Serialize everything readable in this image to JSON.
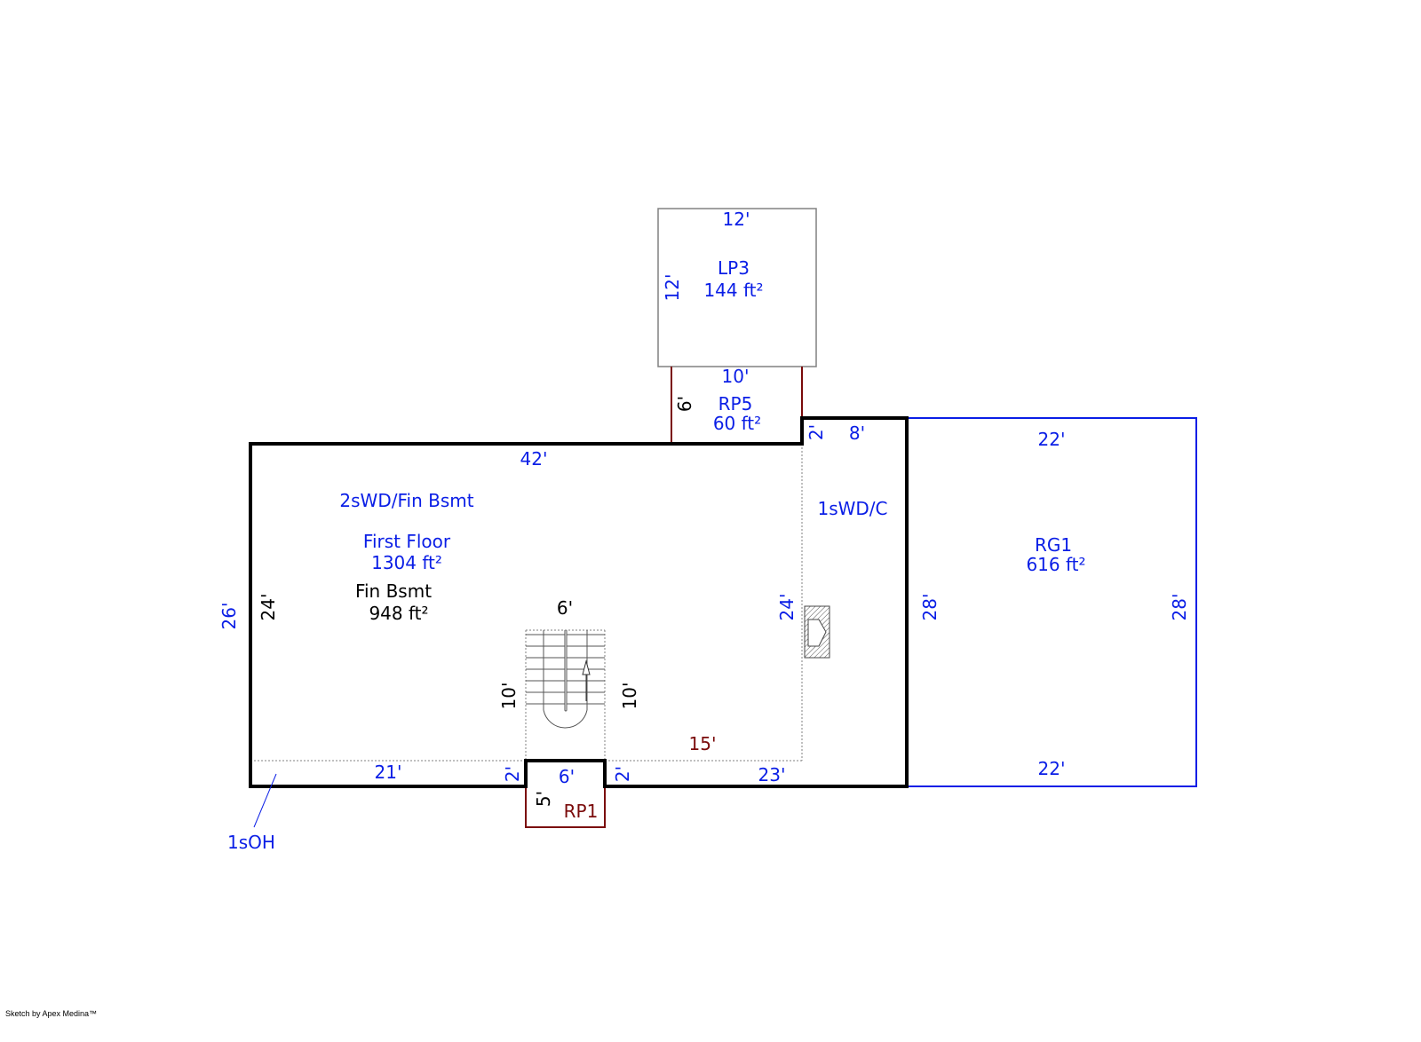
{
  "areas": {
    "lp3": {
      "name": "LP3",
      "area": "144 ft²"
    },
    "rp5": {
      "name": "RP5",
      "area": "60 ft²"
    },
    "main": {
      "name": "2sWD/Fin Bsmt",
      "floor_label": "First Floor",
      "floor_area": "1304 ft²",
      "bsmt_label": "Fin Bsmt",
      "bsmt_area": "948 ft²"
    },
    "side": {
      "name": "1sWD/C"
    },
    "rg1": {
      "name": "RG1",
      "area": "616 ft²"
    },
    "rp1": {
      "name": "RP1"
    },
    "overhang": {
      "name": "1sOH"
    }
  },
  "dims": {
    "lp3_top": "12'",
    "lp3_left": "12'",
    "rp5_top": "10'",
    "rp5_left": "6'",
    "main_top": "42'",
    "main_left_outer": "26'",
    "main_left_inner": "24'",
    "side_step": "2'",
    "side_top": "8'",
    "main_right_inner": "24'",
    "side_right": "28'",
    "rg1_top": "22'",
    "rg1_right": "28'",
    "rg1_bottom": "22'",
    "bottom_left": "21'",
    "bottom_right": "23'",
    "stair_top": "6'",
    "stair_left": "10'",
    "stair_right": "10'",
    "inner_bottom": "15'",
    "rp1_step_left": "2'",
    "rp1_width": "6'",
    "rp1_step_right": "2'",
    "rp1_depth": "5'"
  },
  "colors": {
    "dimension": "#0a1ee6",
    "wall": "#000000",
    "porch": "#7a0a0a",
    "garage": "#0a1ee6",
    "deck": "#808080"
  },
  "footer": "Sketch by Apex Medina™"
}
